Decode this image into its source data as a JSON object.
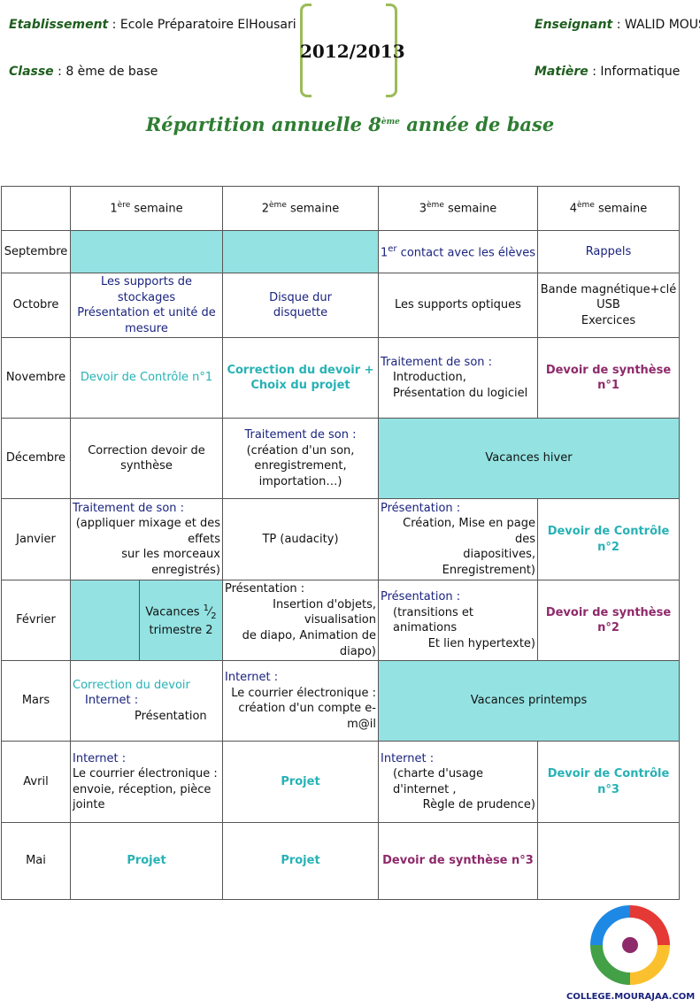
{
  "header": {
    "etablissement_label": "Etablissement",
    "etablissement_value": "Ecole Préparatoire ElHousari",
    "classe_label": "Classe",
    "classe_value": "8 ème de base",
    "enseignant_label": "Enseignant",
    "enseignant_value": "WALID MOUSSA",
    "matiere_label": "Matière",
    "matiere_value": "Informatique",
    "year": "2012/2013"
  },
  "title": {
    "before": "Répartition annuelle 8",
    "sup": "ème",
    "after": " année de base"
  },
  "columns": [
    {
      "num": "1",
      "sup": "ère",
      "label": "semaine"
    },
    {
      "num": "2",
      "sup": "ème",
      "label": "semaine"
    },
    {
      "num": "3",
      "sup": "ème",
      "label": "semaine"
    },
    {
      "num": "4",
      "sup": "ème",
      "label": "semaine"
    }
  ],
  "rows": {
    "septembre": {
      "month": "Septembre",
      "w3_num": "1",
      "w3_sup": "er",
      "w3_text": " contact avec les élèves",
      "w4": "Rappels"
    },
    "octobre": {
      "month": "Octobre",
      "w1a": "Les supports de stockages",
      "w1b": "Présentation et unité de mesure",
      "w2a": "Disque dur",
      "w2b": "disquette",
      "w3": "Les supports optiques",
      "w4a": "Bande magnétique+clé USB",
      "w4b": "Exercices"
    },
    "novembre": {
      "month": "Novembre",
      "w1": "Devoir de Contrôle n°1",
      "w2a": "Correction du devoir +",
      "w2b": "Choix du projet",
      "w3a": "Traitement de son :",
      "w3b": "Introduction,",
      "w3c": "Présentation du logiciel",
      "w4": "Devoir de synthèse n°1"
    },
    "decembre": {
      "month": "Décembre",
      "w1": "Correction devoir de synthèse",
      "w2a": "Traitement de son :",
      "w2b": "(création d'un son,",
      "w2c": "enregistrement, importation…)",
      "w34": "Vacances hiver"
    },
    "janvier": {
      "month": "Janvier",
      "w1a": "Traitement de son :",
      "w1b": "(appliquer mixage et des effets",
      "w1c": "sur les morceaux enregistrés)",
      "w2": "TP (audacity)",
      "w3a": "Présentation :",
      "w3b": "Création, Mise en page des",
      "w3c": "diapositives, Enregistrement)",
      "w4": "Devoir de Contrôle n°2"
    },
    "fevrier": {
      "month": "Février",
      "w1b_a": "Vacances",
      "w1b_num": "1",
      "w1b_den": "2",
      "w1b_b": "trimestre 2",
      "w2a": "Présentation :",
      "w2b": "Insertion d'objets, visualisation",
      "w2c": "de diapo, Animation de diapo)",
      "w3a": "Présentation :",
      "w3b": "(transitions et animations",
      "w3c": "Et lien hypertexte)",
      "w4": "Devoir de synthèse n°2"
    },
    "mars": {
      "month": "Mars",
      "w1a": "Correction du devoir",
      "w1b": "Internet :",
      "w1c": "Présentation",
      "w2a": "Internet :",
      "w2b": "Le courrier électronique :",
      "w2c": "création d'un compte e-m@il",
      "w34": "Vacances printemps"
    },
    "avril": {
      "month": "Avril",
      "w1a": "Internet :",
      "w1b": "Le courrier électronique :",
      "w1c": "envoie, réception, pièce jointe",
      "w2": "Projet",
      "w3a": "Internet :",
      "w3b": "(charte d'usage d'internet ,",
      "w3c": "Règle de prudence)",
      "w4": "Devoir de Contrôle n°3"
    },
    "mai": {
      "month": "Mai",
      "w1": "Projet",
      "w2": "Projet",
      "w3": "Devoir de synthèse n°3"
    }
  },
  "logo": {
    "text": "COLLEGE.MOURAJAA.COM"
  },
  "colors": {
    "teal": "#94e2e2",
    "navy": "#1a237e",
    "cyan": "#27b2b5",
    "magenta": "#8e2a6b",
    "green": "#2e7d32",
    "bracket": "#9bbb59"
  }
}
